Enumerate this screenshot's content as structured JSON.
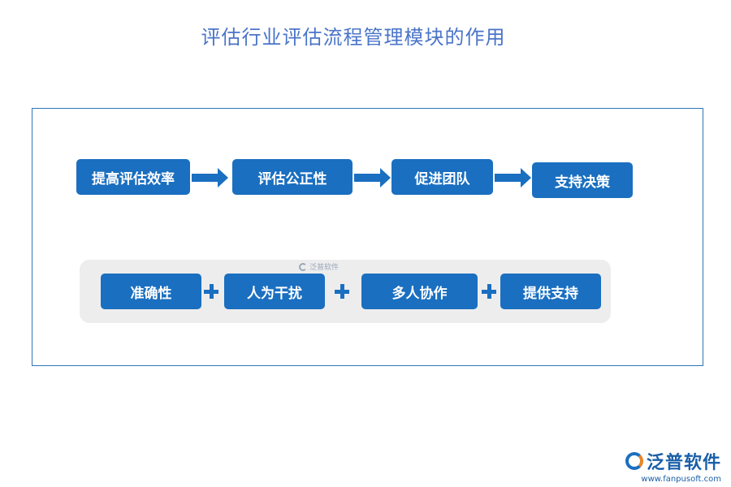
{
  "title": "评估行业评估流程管理模块的作用",
  "flow": [
    {
      "label": "提高评估效率"
    },
    {
      "label": "评估公正性"
    },
    {
      "label": "促进团队"
    },
    {
      "label": "支持决策"
    }
  ],
  "factors": [
    {
      "label": "准确性"
    },
    {
      "label": "人为干扰"
    },
    {
      "label": "多人协作"
    },
    {
      "label": "提供支持"
    }
  ],
  "watermark": "泛普软件",
  "logo": {
    "name": "泛普软件",
    "url": "www.fanpusoft.com"
  },
  "colors": {
    "box": "#1a6fc0",
    "title": "#4a74c9",
    "frame": "#2e75b6",
    "panel": "#ededed"
  },
  "icons": [
    "arrow-right-icon",
    "plus-icon",
    "fanpu-logo-icon"
  ]
}
